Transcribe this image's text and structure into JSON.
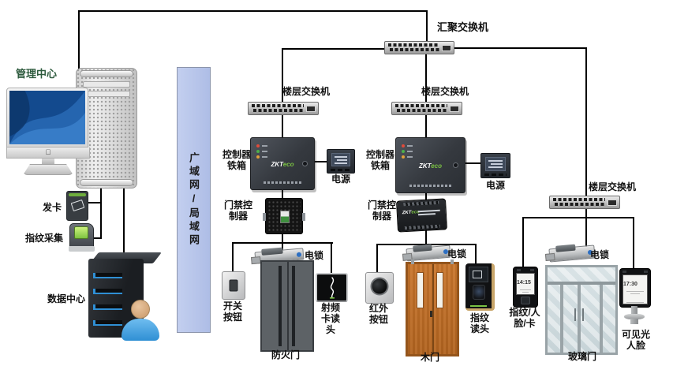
{
  "colors": {
    "line": "#000000",
    "bar_fill": "#b5c3e8",
    "label": "#111111",
    "management_label": "#2e5b3e",
    "brand_green": "#7ac143"
  },
  "wan_bar": {
    "text": "广域网/局域网"
  },
  "management": {
    "label": "管理中心",
    "card_issuer_label": "发卡",
    "fingerprint_capture_label": "指纹采集",
    "data_center_label": "数据中心"
  },
  "switches": {
    "aggregation": "汇聚交换机",
    "floor_1": "楼层交换机",
    "floor_2": "楼层交换机",
    "floor_3": "楼层交换机"
  },
  "brand": {
    "zkt": "ZKT",
    "eco": "eco"
  },
  "branch1": {
    "controller_box_label": "控制器\n铁箱",
    "power_label": "电源",
    "access_controller_label": "门禁控\n制器",
    "lock_label": "电锁",
    "exit_button_label": "开关\n按钮",
    "rf_reader_label": "射频\n卡读\n头",
    "door_label": "防火门"
  },
  "branch2": {
    "controller_box_label": "控制器\n铁箱",
    "power_label": "电源",
    "access_controller_label": "门禁控\n制器",
    "lock_label": "电锁",
    "ir_button_label": "红外\n按钮",
    "fp_reader_label": "指纹\n读头",
    "door_label": "木门"
  },
  "branch3": {
    "lock_label": "电锁",
    "fp_face_card_label": "指纹/人\n脸/卡",
    "fp_face_card_screen": "14:15",
    "visible_face_label": "可见光\n人脸",
    "visible_face_screen": "17:30",
    "door_label": "玻璃门"
  }
}
